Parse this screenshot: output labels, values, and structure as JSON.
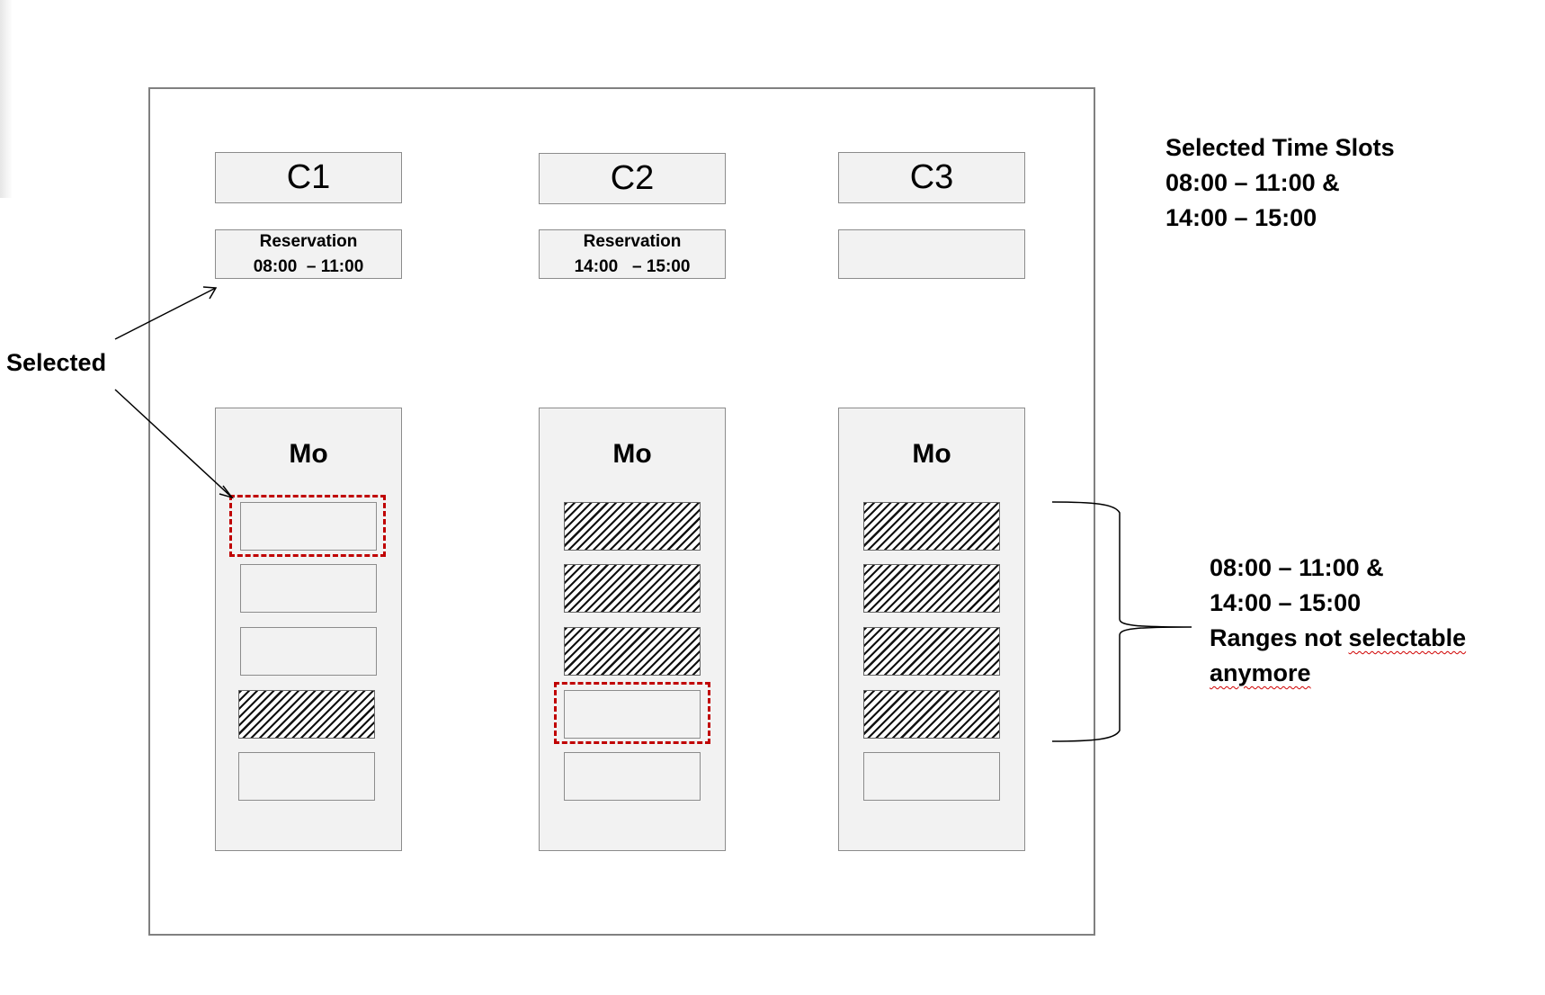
{
  "columns": [
    {
      "header": "C1",
      "reservation": {
        "line1": "Reservation",
        "line2": "08:00  – 11:00"
      },
      "day": "Mo",
      "slots": [
        "free-selected",
        "free",
        "free",
        "blocked",
        "free"
      ]
    },
    {
      "header": "C2",
      "reservation": {
        "line1": "Reservation",
        "line2": "14:00   – 15:00"
      },
      "day": "Mo",
      "slots": [
        "blocked",
        "blocked",
        "blocked",
        "free-selected",
        "free"
      ]
    },
    {
      "header": "C3",
      "reservation": {
        "line1": "",
        "line2": ""
      },
      "day": "Mo",
      "slots": [
        "blocked",
        "blocked",
        "blocked",
        "blocked",
        "free"
      ]
    }
  ],
  "annotations": {
    "selected_label": "Selected",
    "selected_slots": {
      "line1": "Selected Time Slots",
      "line2": "08:00 – 11:00 &",
      "line3": "14:00 – 15:00"
    },
    "ranges_note": {
      "line1": "08:00 – 11:00 &",
      "line2": "14:00 – 15:00",
      "line3_a": "Ranges not ",
      "line3_b": "selectable",
      "line4": "anymore"
    }
  },
  "colors": {
    "selection_dash": "#c00000",
    "box_fill": "#f2f2f2",
    "box_border": "#8c8c8c"
  }
}
